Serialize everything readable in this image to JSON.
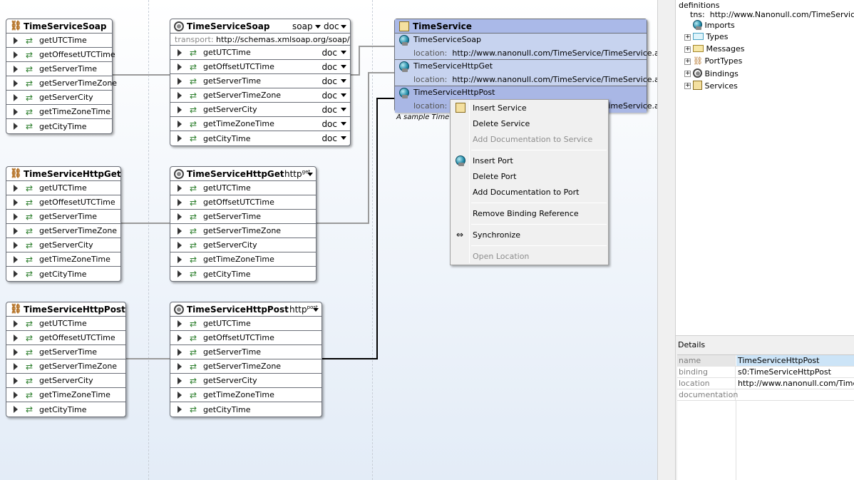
{
  "porttypes": [
    {
      "title": "TimeServiceSoap",
      "ops": [
        "getUTCTime",
        "getOffesetUTCTime",
        "getServerTime",
        "getServerTimeZone",
        "getServerCity",
        "getTimeZoneTime",
        "getCityTime"
      ]
    },
    {
      "title": "TimeServiceHttpGet",
      "ops": [
        "getUTCTime",
        "getOffesetUTCTime",
        "getServerTime",
        "getServerTimeZone",
        "getServerCity",
        "getTimeZoneTime",
        "getCityTime"
      ]
    },
    {
      "title": "TimeServiceHttpPost",
      "ops": [
        "getUTCTime",
        "getOffesetUTCTime",
        "getServerTime",
        "getServerTimeZone",
        "getServerCity",
        "getTimeZoneTime",
        "getCityTime"
      ]
    }
  ],
  "bindings": [
    {
      "title": "TimeServiceSoap",
      "proto": "soap",
      "style": "doc",
      "transport_key": "transport:",
      "transport": "http://schemas.xmlsoap.org/soap/http",
      "op_style": "doc",
      "ops": [
        "getUTCTime",
        "getOffsetUTCTime",
        "getServerTime",
        "getServerTimeZone",
        "getServerCity",
        "getTimeZoneTime",
        "getCityTime"
      ]
    },
    {
      "title": "TimeServiceHttpGet",
      "proto": "http",
      "verb": "get",
      "ops": [
        "getUTCTime",
        "getOffsetUTCTime",
        "getServerTime",
        "getServerTimeZone",
        "getServerCity",
        "getTimeZoneTime",
        "getCityTime"
      ]
    },
    {
      "title": "TimeServiceHttpPost",
      "proto": "http",
      "verb": "post",
      "ops": [
        "getUTCTime",
        "getOffsetUTCTime",
        "getServerTime",
        "getServerTimeZone",
        "getServerCity",
        "getTimeZoneTime",
        "getCityTime"
      ]
    }
  ],
  "service": {
    "title": "TimeService",
    "location_key": "location:",
    "ports": [
      {
        "name": "TimeServiceSoap",
        "location": "http://www.nanonull.com/TimeService/TimeService.asmx"
      },
      {
        "name": "TimeServiceHttpGet",
        "location": "http://www.nanonull.com/TimeService/TimeService.asmx"
      },
      {
        "name": "TimeServiceHttpPost",
        "location": "http://www.nanonull.com/TimeService/TimeService.asmx"
      }
    ],
    "caption": "A sample Time s"
  },
  "menu": {
    "insert_service": "Insert Service",
    "delete_service": "Delete Service",
    "add_doc_service": "Add Documentation to Service",
    "insert_port": "Insert Port",
    "delete_port": "Delete Port",
    "add_doc_port": "Add Documentation to Port",
    "remove_binding": "Remove Binding Reference",
    "synchronize": "Synchronize",
    "open_location": "Open Location"
  },
  "tree": {
    "root": "definitions",
    "tns_key": "tns:",
    "tns": "http://www.Nanonull.com/TimeService/",
    "items": [
      "Imports",
      "Types",
      "Messages",
      "PortTypes",
      "Bindings",
      "Services"
    ]
  },
  "details": {
    "title": "Details",
    "rows": [
      {
        "key": "name",
        "value": "TimeServiceHttpPost"
      },
      {
        "key": "binding",
        "value": "s0:TimeServiceHttpPost"
      },
      {
        "key": "location",
        "value": "http://www.nanonull.com/TimeService/TimeService.asmx"
      },
      {
        "key": "documentation",
        "value": ""
      }
    ]
  }
}
